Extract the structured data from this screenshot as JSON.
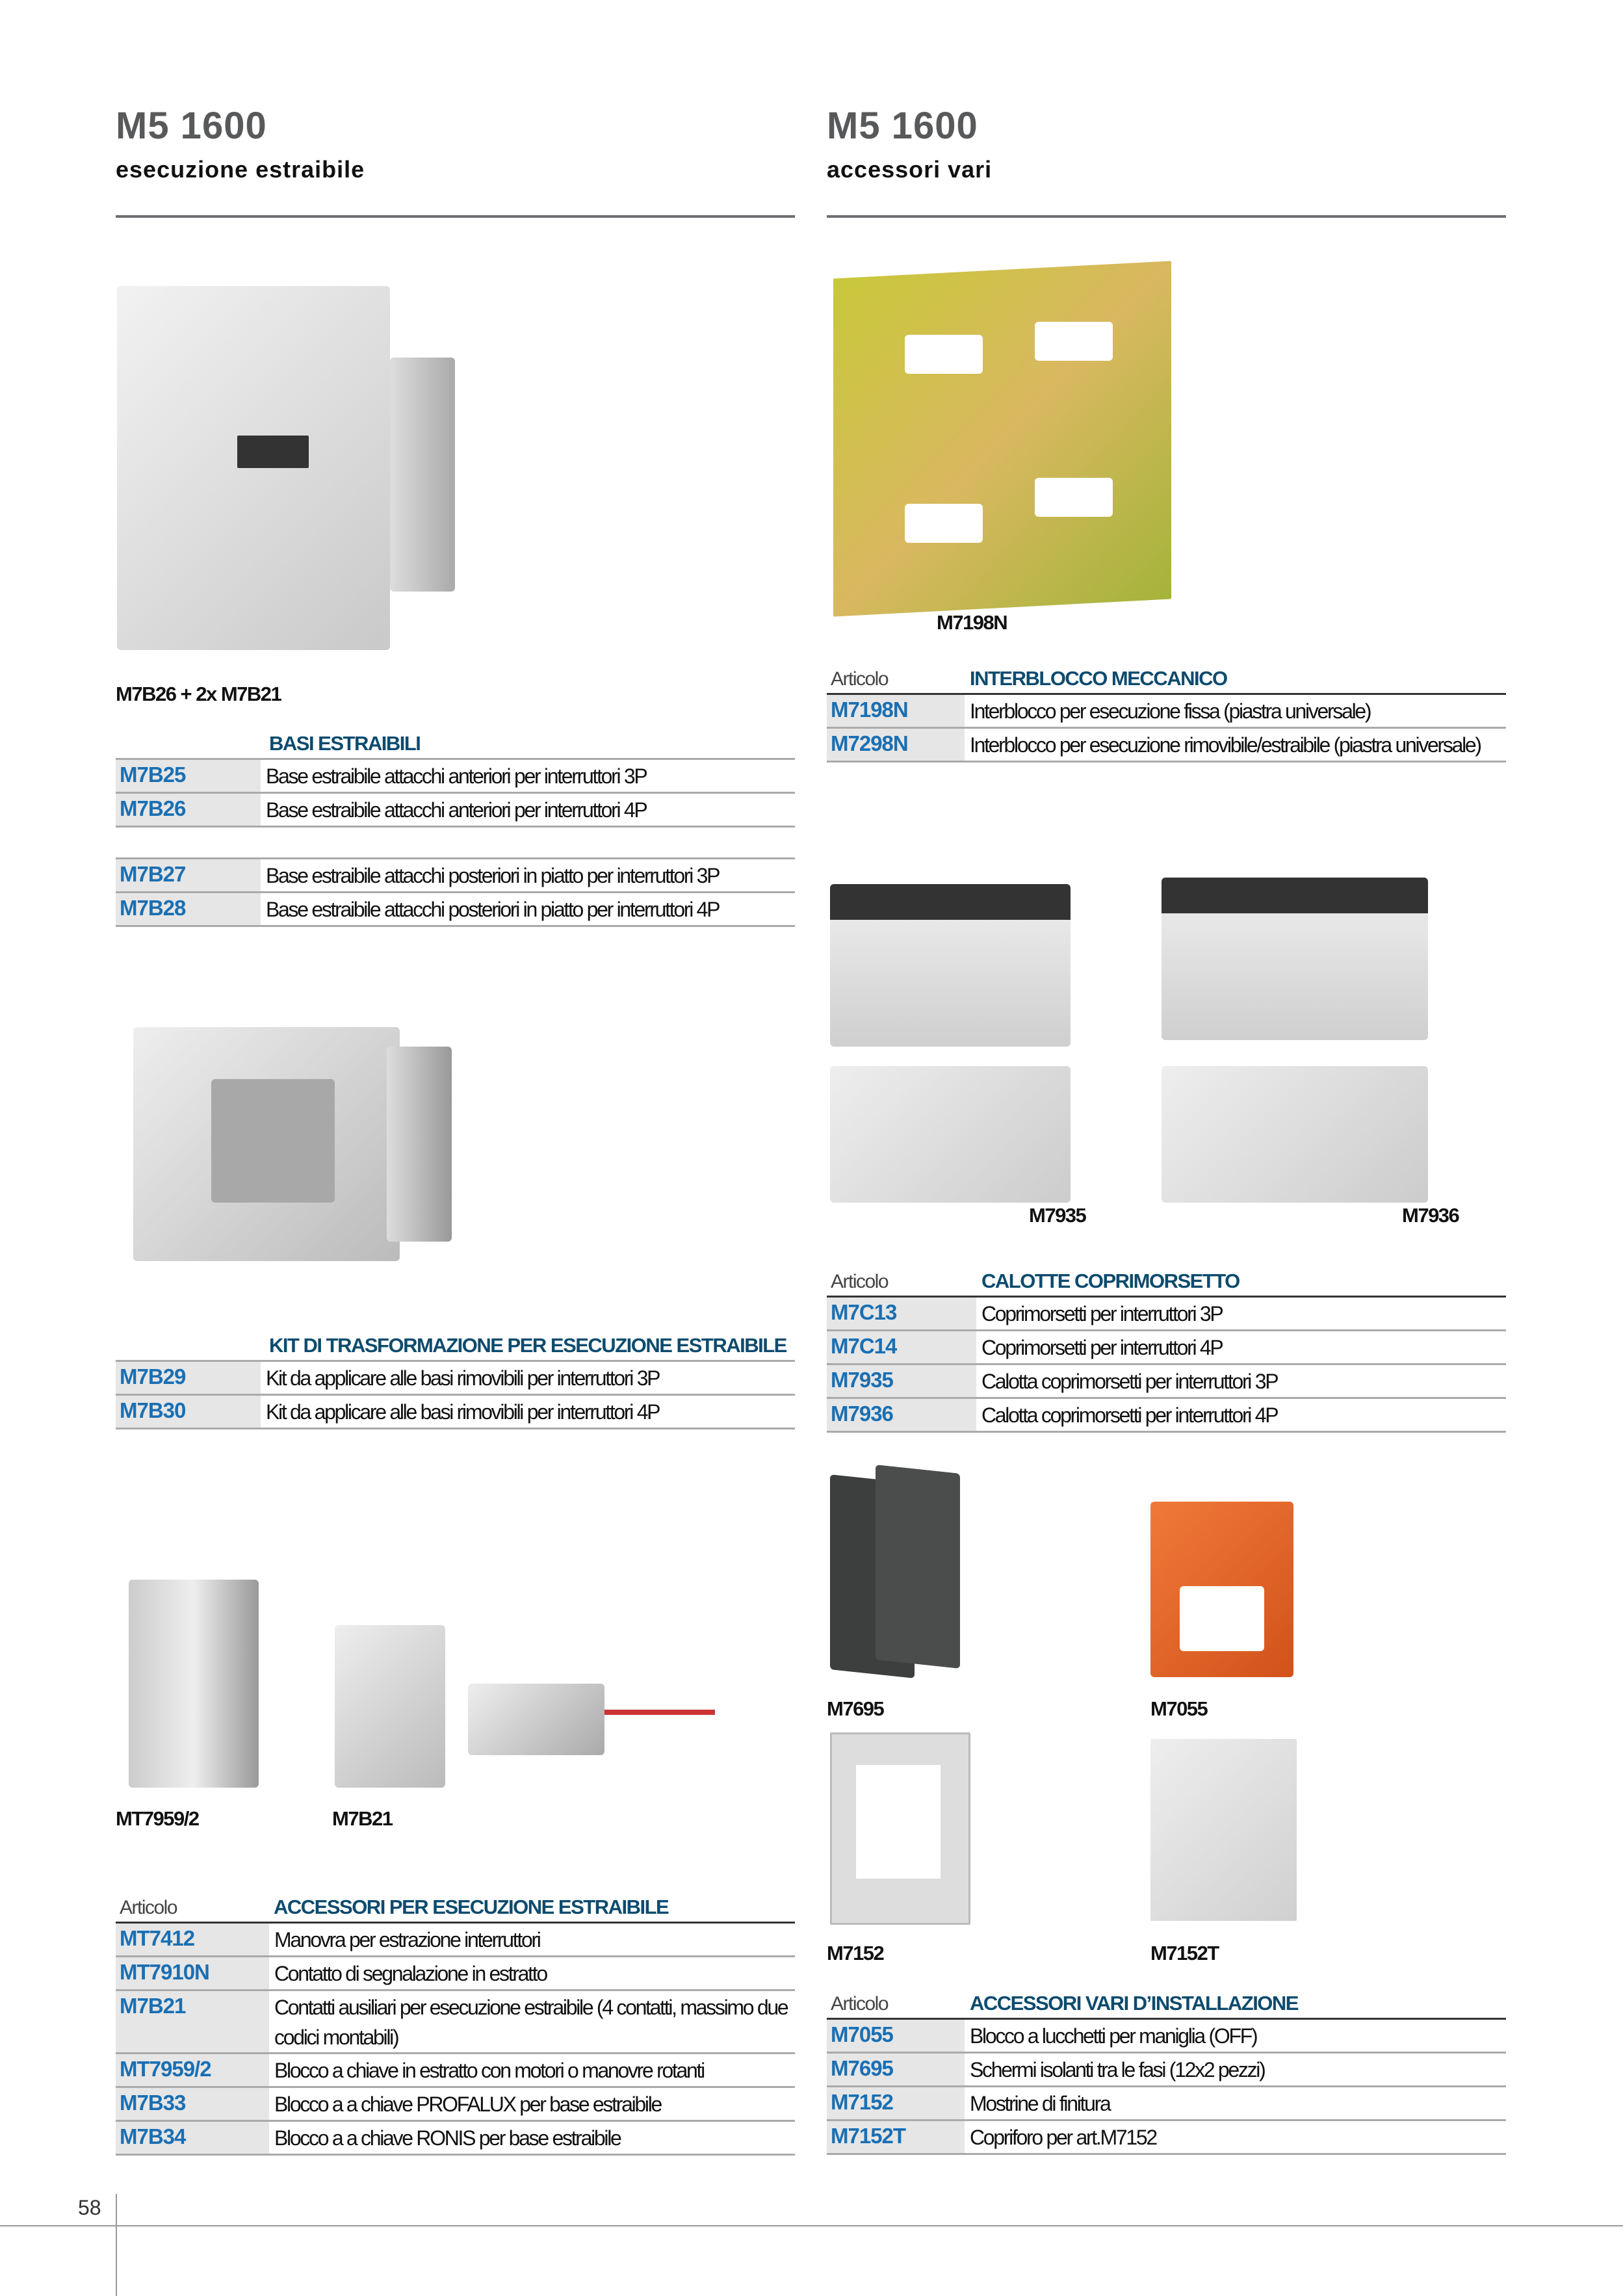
{
  "left": {
    "title": "M5 1600",
    "subtitle": "esecuzione estraibile",
    "caption1": "M7B26 + 2x M7B21",
    "table_basi": {
      "header": "BASI ESTRAIBILI",
      "rows": [
        {
          "code": "M7B25",
          "desc": "Base estraibile attacchi anteriori per interruttori 3P"
        },
        {
          "code": "M7B26",
          "desc": "Base estraibile  attacchi anteriori per interruttori 4P"
        }
      ]
    },
    "table_basi2": {
      "rows": [
        {
          "code": "M7B27",
          "desc": "Base estraibile  attacchi posteriori in piatto  per interruttori 3P"
        },
        {
          "code": "M7B28",
          "desc": "Base estraibile  attacchi posteriori in piatto per interruttori 4P"
        }
      ]
    },
    "table_kit": {
      "header": "KIT DI TRASFORMAZIONE PER ESECUZIONE ESTRAIBILE",
      "rows": [
        {
          "code": "M7B29",
          "desc": "Kit da applicare alle basi rimovibili per interruttori 3P"
        },
        {
          "code": "M7B30",
          "desc": "Kit da applicare alle basi rimovibili per interruttori 4P"
        }
      ]
    },
    "caption_mt7959": "MT7959/2",
    "caption_m7b21": "M7B21",
    "table_acc": {
      "articolo": "Articolo",
      "header": "ACCESSORI PER ESECUZIONE ESTRAIBILE",
      "rows": [
        {
          "code": "MT7412",
          "desc": "Manovra per estrazione interruttori"
        },
        {
          "code": "MT7910N",
          "desc": "Contatto di segnalazione in estratto"
        },
        {
          "code": "M7B21",
          "desc": "Contatti ausiliari per esecuzione estraibile (4 contatti, massimo due codici montabili)"
        },
        {
          "code": "MT7959/2",
          "desc": "Blocco a chiave in estratto con motori  o manovre rotanti"
        },
        {
          "code": "M7B33",
          "desc": "Blocco a a chiave PROFALUX per base estraibile"
        },
        {
          "code": "M7B34",
          "desc": "Blocco a a chiave RONIS per base estraibile"
        }
      ]
    }
  },
  "right": {
    "title": "M5 1600",
    "subtitle": "accessori vari",
    "caption_plate": "M7198N",
    "table_interblocco": {
      "articolo": "Articolo",
      "header": "INTERBLOCCO MECCANICO",
      "rows": [
        {
          "code": "M7198N",
          "desc": "Interblocco per esecuzione fissa  (piastra universale)"
        },
        {
          "code": "M7298N",
          "desc": "Interblocco per esecuzione rimovibile/estraibile (piastra universale)"
        }
      ]
    },
    "caption_m7935": "M7935",
    "caption_m7936": "M7936",
    "table_calotte": {
      "articolo": "Articolo",
      "header": "CALOTTE COPRIMORSETTO",
      "rows": [
        {
          "code": "M7C13",
          "desc": "Coprimorsetti per interruttori 3P"
        },
        {
          "code": "M7C14",
          "desc": "Coprimorsetti per interruttori 4P"
        },
        {
          "code": "M7935",
          "desc": "Calotta coprimorsetti per interruttori 3P"
        },
        {
          "code": "M7936",
          "desc": "Calotta coprimorsetti per interruttori 4P"
        }
      ]
    },
    "caption_m7695": "M7695",
    "caption_m7055": "M7055",
    "caption_m7152": "M7152",
    "caption_m7152t": "M7152T",
    "table_vari": {
      "articolo": "Articolo",
      "header": "ACCESSORI VARI D’INSTALLAZIONE",
      "rows": [
        {
          "code": "M7055",
          "desc": "Blocco a lucchetti per maniglia (OFF)"
        },
        {
          "code": "M7695",
          "desc": "Schermi isolanti tra le fasi (12x2 pezzi)"
        },
        {
          "code": "M7152",
          "desc": "Mostrine di finitura"
        },
        {
          "code": "M7152T",
          "desc": "Copriforo per art.M7152"
        }
      ]
    }
  },
  "footer": {
    "page_number": "58"
  },
  "colors": {
    "code": "#1a6fb3",
    "header": "#0d4b6e",
    "code_bg": "#e6e6e6"
  }
}
